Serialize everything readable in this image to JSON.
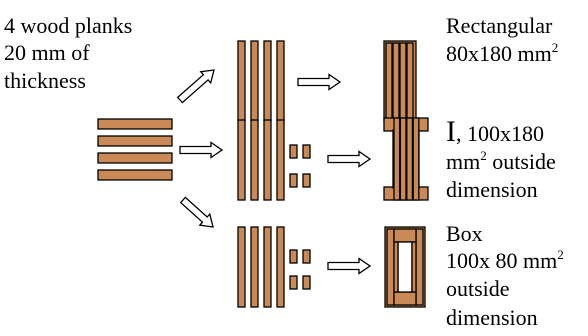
{
  "colors": {
    "wood": "#c98a57",
    "outline": "#000000",
    "background": "#ffffff"
  },
  "intro_lines": [
    "4 wood planks",
    "20 mm of",
    "thickness"
  ],
  "sections": [
    {
      "id": "rectangular",
      "lines": [
        "Rectangular",
        "80x180 mm"
      ],
      "superscript": "2"
    },
    {
      "id": "i_section",
      "big_letter": "I",
      "first_line_suffix": ", 100x180",
      "lines": [
        "mm",
        " outside",
        "dimension"
      ],
      "superscript": "2"
    },
    {
      "id": "box",
      "lines": [
        "Box",
        "100x 80 mm",
        "outside",
        "dimension"
      ],
      "superscript": "2"
    }
  ]
}
